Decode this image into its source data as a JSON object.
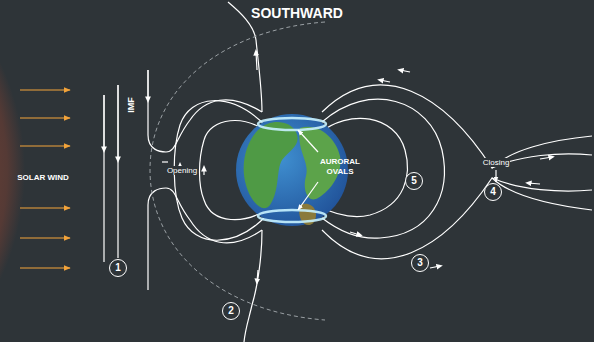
{
  "diagram": {
    "title": "SOUTHWARD",
    "nodes": [
      {
        "text": [
          "1"
        ]
      },
      {
        "text": [
          "2"
        ]
      },
      {
        "text": [
          "3"
        ]
      },
      {
        "text": [
          "4"
        ]
      },
      {
        "text": [
          "5"
        ]
      }
    ],
    "labels": [
      "IMF",
      "SOLAR WIND",
      "Opening",
      "AURORAL OVALS",
      "Closing"
    ]
  }
}
